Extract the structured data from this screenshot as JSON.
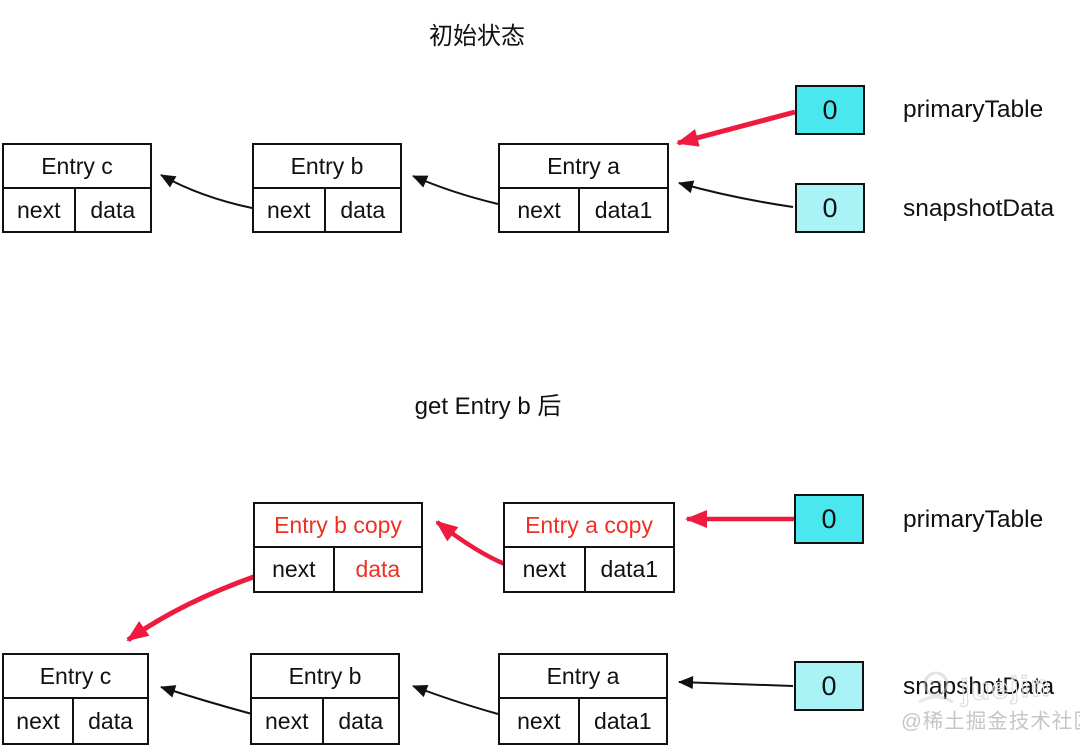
{
  "colors": {
    "ink": "#111111",
    "red_text": "#ee3124",
    "red_arrow": "#ee1b3e",
    "cyan_bright": "#4ae7ef",
    "cyan_light": "#a9f3f7",
    "watermark_gray": "#c6c6c6"
  },
  "sections": [
    {
      "title": "初始状态",
      "nodes": [
        {
          "title": "Entry c",
          "next_label": "next",
          "data_label": "data"
        },
        {
          "title": "Entry b",
          "next_label": "next",
          "data_label": "data"
        },
        {
          "title": "Entry a",
          "next_label": "next",
          "data_label": "data1"
        }
      ],
      "pointers": [
        {
          "value": "0",
          "label": "primaryTable"
        },
        {
          "value": "0",
          "label": "snapshotData"
        }
      ]
    },
    {
      "title": "get Entry b 后",
      "copy_nodes": [
        {
          "title": "Entry b copy",
          "next_label": "next",
          "data_label": "data"
        },
        {
          "title": "Entry a copy",
          "next_label": "next",
          "data_label": "data1"
        }
      ],
      "nodes": [
        {
          "title": "Entry c",
          "next_label": "next",
          "data_label": "data"
        },
        {
          "title": "Entry b",
          "next_label": "next",
          "data_label": "data"
        },
        {
          "title": "Entry a",
          "next_label": "next",
          "data_label": "data1"
        }
      ],
      "pointers": [
        {
          "value": "0",
          "label": "primaryTable"
        },
        {
          "value": "0",
          "label": "snapshotData"
        }
      ]
    }
  ],
  "watermark": {
    "handle": "@稀土掘金技术社区",
    "brand": "juejin"
  }
}
